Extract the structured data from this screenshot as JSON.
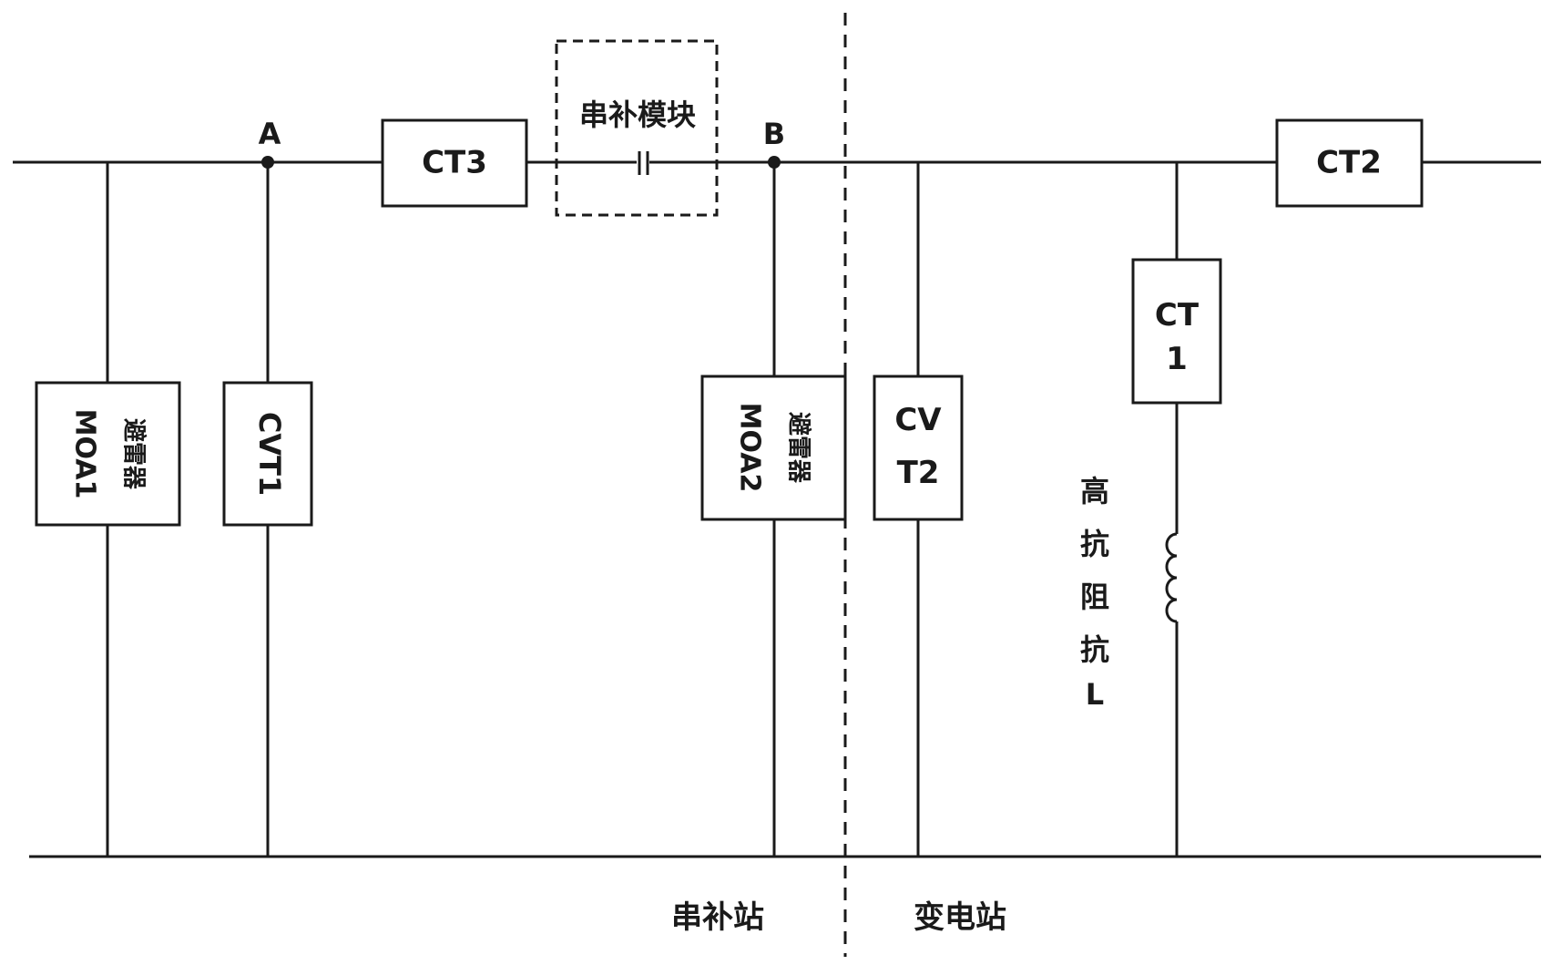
{
  "diagram": {
    "nodes": {
      "a": "A",
      "b": "B"
    },
    "series_module": "串补模块",
    "components": {
      "ct3": "CT3",
      "ct2": "CT2",
      "ct1_line1": "CT",
      "ct1_line2": "1",
      "cvt1": "CVT1",
      "cvt2_line1": "CV",
      "cvt2_line2": "T2",
      "moa1_line1": "避雷器",
      "moa1_line2": "MOA1",
      "moa2_line1": "避雷器",
      "moa2_line2": "MOA2"
    },
    "reactor": {
      "label_chars": [
        "高",
        "抗",
        "阻",
        "抗",
        "L"
      ]
    },
    "stations": {
      "series_station": "串补站",
      "substation": "变电站"
    }
  }
}
